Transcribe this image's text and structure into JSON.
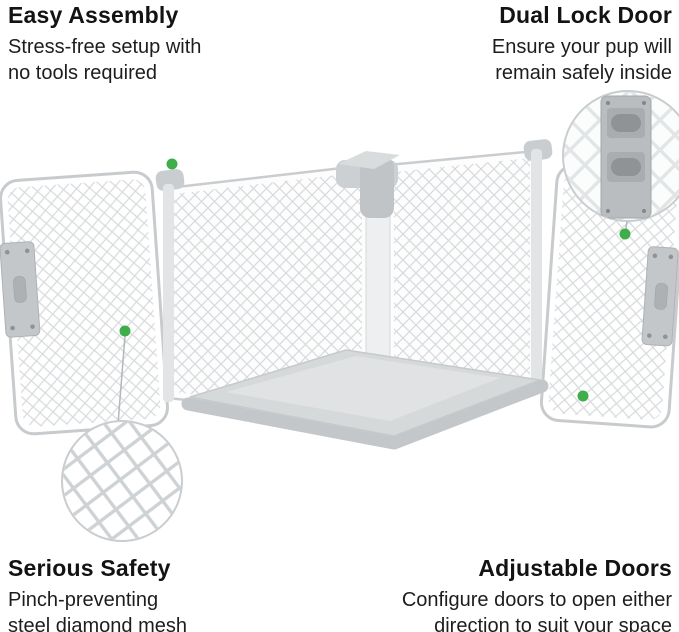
{
  "features": {
    "easy_assembly": {
      "title": "Easy Assembly",
      "lines": [
        "Stress-free setup with",
        "no tools required"
      ]
    },
    "dual_lock_door": {
      "title": "Dual Lock Door",
      "lines": [
        "Ensure your pup will",
        "remain safely inside"
      ]
    },
    "serious_safety": {
      "title": "Serious Safety",
      "lines": [
        "Pinch-preventing",
        "steel diamond mesh"
      ]
    },
    "adjustable_doors": {
      "title": "Adjustable Doors",
      "lines": [
        "Configure doors to open either",
        "direction to suit your space"
      ]
    }
  },
  "illustration": {
    "subject": "white pet crate with diamond mesh panels, both side doors swung open",
    "insets": [
      "mesh-detail-magnifier",
      "dual-lock-latch-magnifier"
    ],
    "callout_markers": [
      "easy-assembly-corner",
      "mesh-detail",
      "dual-lock-latch",
      "adjustable-door"
    ],
    "colors": {
      "accent_green": "#3fae4a",
      "mesh_gray": "#d8dbdd",
      "frame_gray": "#c6cacc",
      "floor_gray": "#d6d9da",
      "text_dark": "#131313",
      "background": "#ffffff"
    }
  }
}
